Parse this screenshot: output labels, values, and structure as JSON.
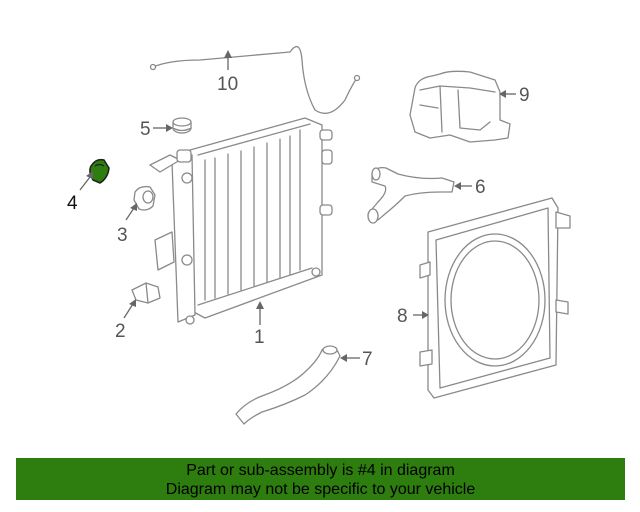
{
  "diagram": {
    "callouts": [
      "1",
      "2",
      "3",
      "4",
      "5",
      "6",
      "7",
      "8",
      "9",
      "10"
    ],
    "highlight_color": "#2e7d0f",
    "selected_callout": "4"
  },
  "banner": {
    "line1": "Part or sub-assembly is #4 in diagram",
    "line2": "Diagram may not be specific to your vehicle",
    "background": "#2e7d0f"
  }
}
